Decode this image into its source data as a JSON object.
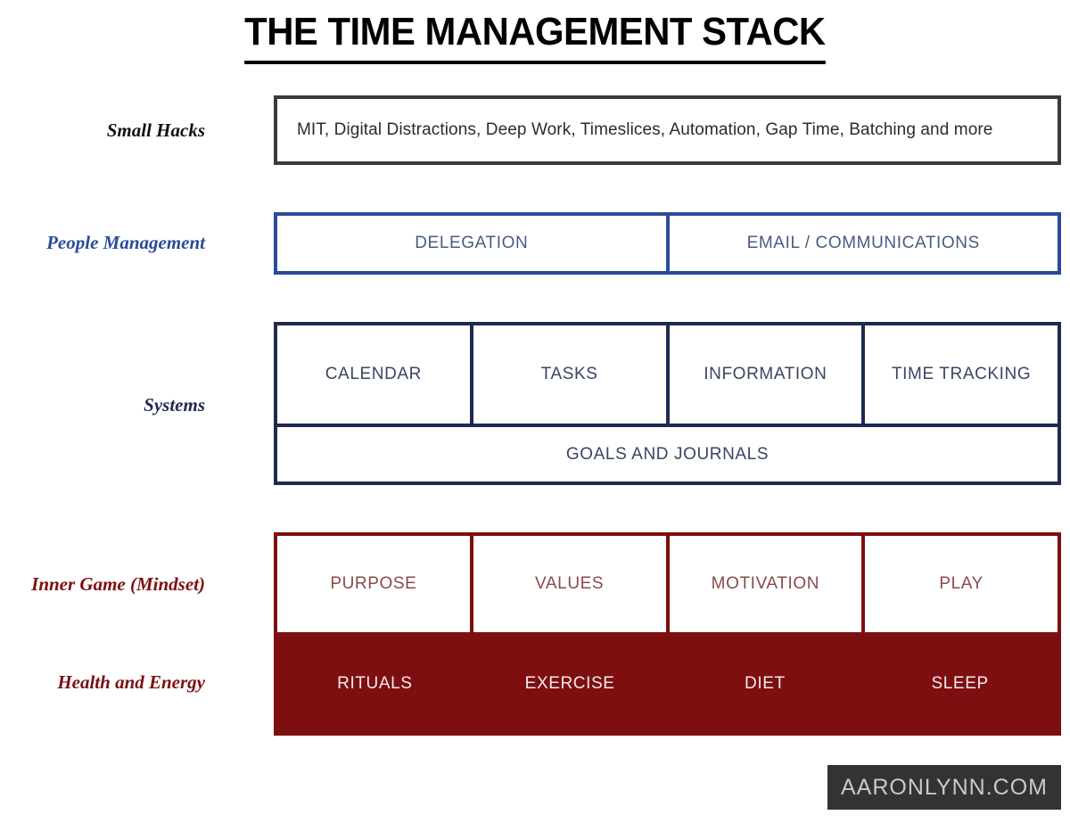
{
  "title": "THE TIME MANAGEMENT STACK",
  "rows": [
    {
      "label": "Small Hacks",
      "label_color": "#111111",
      "accent": "#3a3a3a",
      "cells": [
        "MIT, Digital Distractions, Deep Work, Timeslices, Automation, Gap Time, Batching and more"
      ]
    },
    {
      "label": "People Management",
      "label_color": "#2a4b9b",
      "accent": "#2a4b9b",
      "cells": [
        "DELEGATION",
        "EMAIL / COMMUNICATIONS"
      ]
    },
    {
      "label": "Systems",
      "label_color": "#1f2a52",
      "accent": "#1f2a52",
      "cells": [
        "CALENDAR",
        "TASKS",
        "INFORMATION",
        "TIME TRACKING"
      ],
      "full_width_cell": "GOALS AND JOURNALS"
    },
    {
      "label": "Inner Game (Mindset)",
      "label_color": "#7d0f10",
      "accent": "#7d0f10",
      "cells": [
        "PURPOSE",
        "VALUES",
        "MOTIVATION",
        "PLAY"
      ]
    },
    {
      "label": "Health and Energy",
      "label_color": "#7d0f10",
      "accent": "#7d0f10",
      "cells": [
        "RITUALS",
        "EXERCISE",
        "DIET",
        "SLEEP"
      ]
    }
  ],
  "watermark": "AARONLYNN.COM",
  "colors": {
    "hacks_border": "#3a3a3a",
    "people_blue": "#2a4b9b",
    "people_text": "#4a5a82",
    "systems_navy": "#1f2a52",
    "systems_text": "#3b4564",
    "red_dark": "#7d0f10",
    "red_text": "#8a4a48",
    "red_band_text": "#f3eaea",
    "watermark_bg": "#333333",
    "watermark_text": "#c9c9c9"
  }
}
